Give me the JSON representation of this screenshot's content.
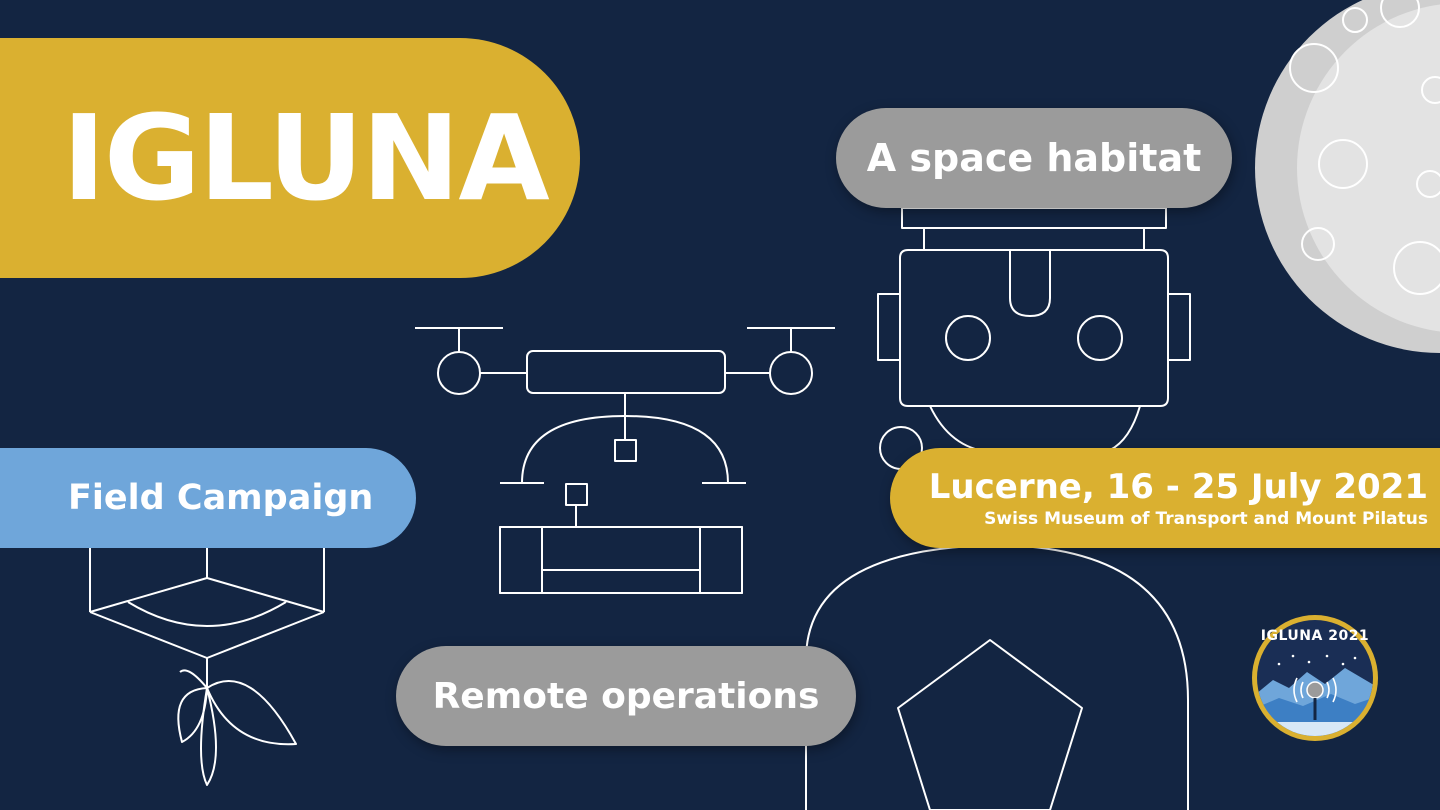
{
  "colors": {
    "background": "#132542",
    "accent_gold": "#dab030",
    "accent_blue": "#6fa6da",
    "accent_grey": "#9b9b9b",
    "line_white": "#ffffff",
    "moon": "#d9d9d9"
  },
  "title": "IGLUNA",
  "labels": {
    "space_habitat": "A space habitat",
    "field_campaign": "Field Campaign",
    "remote_operations": "Remote operations"
  },
  "event": {
    "location_dates": "Lucerne, 16 - 25 July 2021",
    "venues": "Swiss Museum of Transport and Mount Pilatus"
  },
  "badge": {
    "title": "IGLUNA 2021",
    "icon": "antenna-moon-emblem"
  },
  "illustrations": [
    "moon-illustration",
    "robot-illustration",
    "drone-illustration",
    "rover-illustration",
    "plant-illustration"
  ]
}
